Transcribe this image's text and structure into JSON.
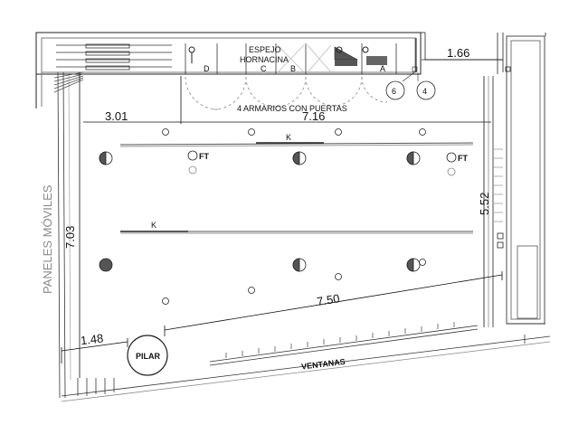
{
  "labels": {
    "mirror": "ESPEJO",
    "niche": "HORNACINA",
    "wardrobes": "4 ARMARIOS CON PUERTAS",
    "movable_panels": "PANELES MÓVILES",
    "windows": "VENTANAS",
    "pillar": "PILAR",
    "rail_top": "K",
    "rail_mid": "K",
    "ft_left": "FT",
    "ft_right": "FT"
  },
  "cabinet_letters": {
    "a": "A",
    "b": "B",
    "c": "C",
    "d": "D"
  },
  "outlets": {
    "six": "6",
    "four": "4"
  },
  "dimensions": {
    "top_right": "1.66",
    "left_upper": "3.01",
    "total_width": "7.16",
    "right_height": "5.52",
    "left_height": "7.03",
    "bottom_diag": "7.50",
    "bottom_left": "1.48"
  },
  "colors": {
    "line": "#222222",
    "soft": "#9a9a9a",
    "fill_dark": "#555555"
  }
}
